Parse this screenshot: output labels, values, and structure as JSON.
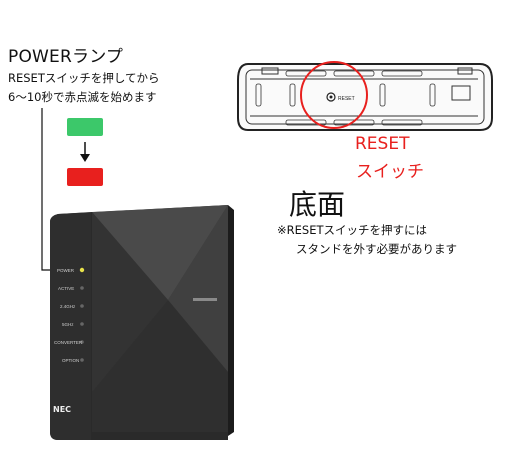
{
  "power_led": {
    "title": "POWERランプ",
    "desc_line1": "RESETスイッチを押してから",
    "desc_line2": "6〜10秒で赤点滅を始めます",
    "blink_colors": [
      "#3cc86a",
      "#e8201e"
    ]
  },
  "reset_switch": {
    "label_line1": "RESET",
    "label_line2": "スイッチ",
    "button_text": "RESET",
    "highlight_color": "#e8201e"
  },
  "bottom_view": {
    "title": "底面",
    "note_line1": "※RESETスイッチを押すには",
    "note_line2": "スタンドを外す必要があります"
  },
  "device": {
    "brand": "NEC",
    "led_labels": [
      "POWER",
      "ACTIVE",
      "2.4GHz",
      "5GHz",
      "CONVERTER",
      "OPTION"
    ]
  }
}
